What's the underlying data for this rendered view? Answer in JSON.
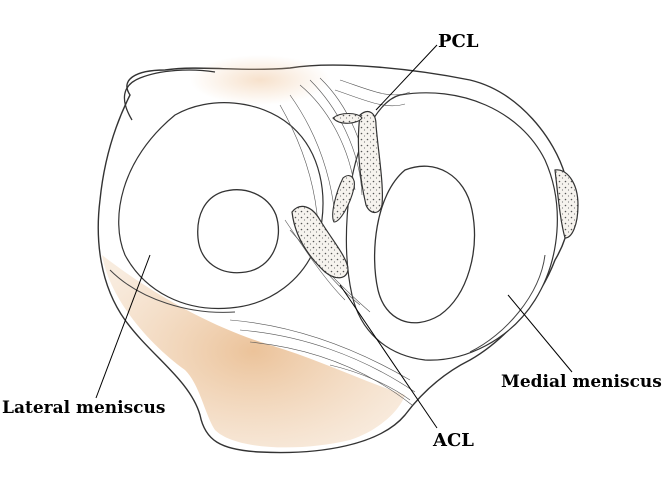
{
  "labels": {
    "pcl": "PCL",
    "lateral_meniscus": "Lateral meniscus",
    "medial_meniscus": "Medial meniscus",
    "acl": "ACL"
  },
  "colors": {
    "outline": "#333333",
    "bone_tint": "#e9c7a0",
    "meniscus_fill": "#ffffff",
    "ligament_fill": "#f2f2f2",
    "label": "#000000"
  }
}
